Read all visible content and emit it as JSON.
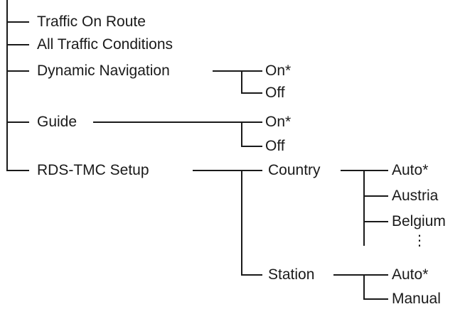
{
  "menu": {
    "items": [
      {
        "label": "Traffic On Route"
      },
      {
        "label": "All Traffic Conditions"
      },
      {
        "label": "Dynamic Navigation",
        "options": [
          "On*",
          "Off"
        ]
      },
      {
        "label": "Guide",
        "options": [
          "On*",
          "Off"
        ]
      },
      {
        "label": "RDS-TMC Setup",
        "submenu": [
          {
            "label": "Country",
            "options": [
              "Auto*",
              "Austria",
              "Belgium"
            ],
            "more": "⋮"
          },
          {
            "label": "Station",
            "options": [
              "Auto*",
              "Manual"
            ]
          }
        ]
      }
    ]
  }
}
